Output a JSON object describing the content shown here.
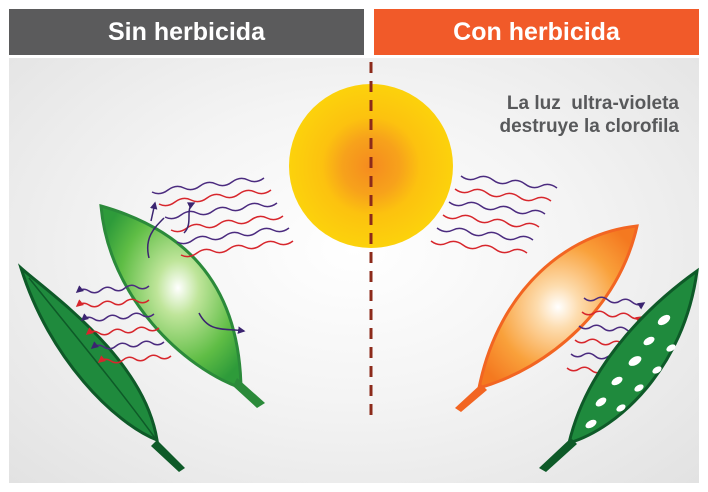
{
  "header": {
    "left_label": "Sin herbicida",
    "right_label": "Con herbicida"
  },
  "caption": {
    "line1": "La luz  ultra-violeta",
    "line2": "destruye la clorofila"
  },
  "colors": {
    "left_header_bg": "#5b5b5c",
    "right_header_bg": "#f15a29",
    "sun_outer": "#fbd10a",
    "sun_core": "#f7a21b",
    "divider": "#8c2a1a",
    "healthy_leaf": "#1f8f3a",
    "bright_leaf": "#5fbd45",
    "damaged_leaf_orange": "#f7931e",
    "wave_purple": "#4b2b7f",
    "wave_red": "#d7262c",
    "caption_text": "#58595b"
  },
  "icons": [
    "sun-icon",
    "leaf-icon",
    "uv-wave-icon",
    "arrow-icon"
  ]
}
